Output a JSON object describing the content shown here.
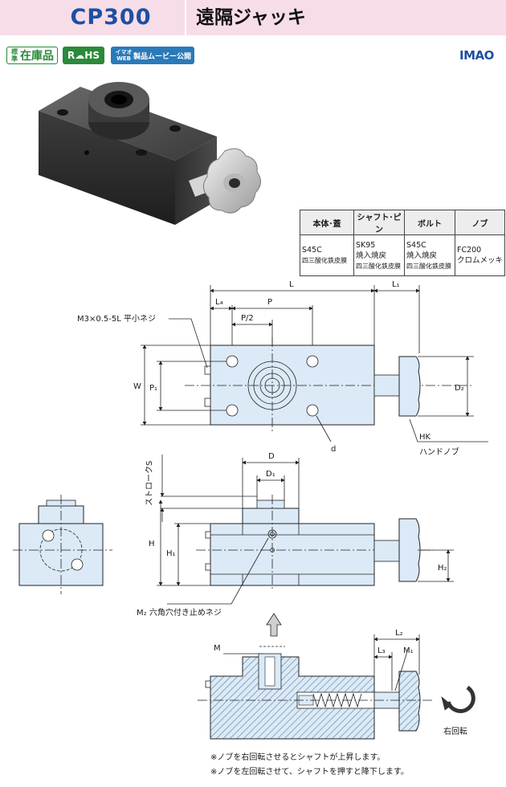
{
  "header": {
    "model_code": "CP300",
    "title": "遠隔ジャッキ"
  },
  "badges": {
    "stock_small": "標準",
    "stock_big": "在庫品",
    "rohs": "R☁HS",
    "web_small": "イマオWEB",
    "web_big": "製品ムービー公開"
  },
  "logo": "IMAO",
  "spec_table": {
    "headers": [
      "本体･蓋",
      "シャフト･ピン",
      "ボルト",
      "ノブ"
    ],
    "cells": [
      {
        "line1": "S45C",
        "line2": "四三酸化鉄皮膜",
        "line3": ""
      },
      {
        "line1": "SK95",
        "line2": "焼入焼戻",
        "line3": "四三酸化鉄皮膜"
      },
      {
        "line1": "S45C",
        "line2": "焼入焼戻",
        "line3": "四三酸化鉄皮膜"
      },
      {
        "line1": "FC200",
        "line2": "クロムメッキ",
        "line3": ""
      }
    ]
  },
  "dims": {
    "L": "L",
    "L1": "L₁",
    "L4": "L₄",
    "P": "P",
    "P_half": "P/2",
    "W": "W",
    "P1": "P₁",
    "D2": "D₂",
    "d": "d",
    "HK": "HK",
    "handknob": "ハンドノブ",
    "stroke": "ストロークS",
    "D": "D",
    "D1": "D₁",
    "H": "H",
    "H1": "H₁",
    "H2": "H₂",
    "M": "M",
    "M1": "M₁",
    "L2": "L₂",
    "L3": "L₃",
    "screw_m3": "M3×0.5-5L 平小ネジ",
    "screw_m2": "M₂ 六角穴付き止めネジ",
    "rotate_right": "右回転"
  },
  "notes": [
    "※ノブを右回転させるとシャフトが上昇します。",
    "※ノブを左回転させて、シャフトを押すと降下します。"
  ],
  "colors": {
    "header_bg": "#f7dde8",
    "brand_blue": "#1e4fa3",
    "drawing_fill": "#dbeaf6",
    "hatch": "#6a8aa8",
    "green": "#2a8a3a"
  }
}
